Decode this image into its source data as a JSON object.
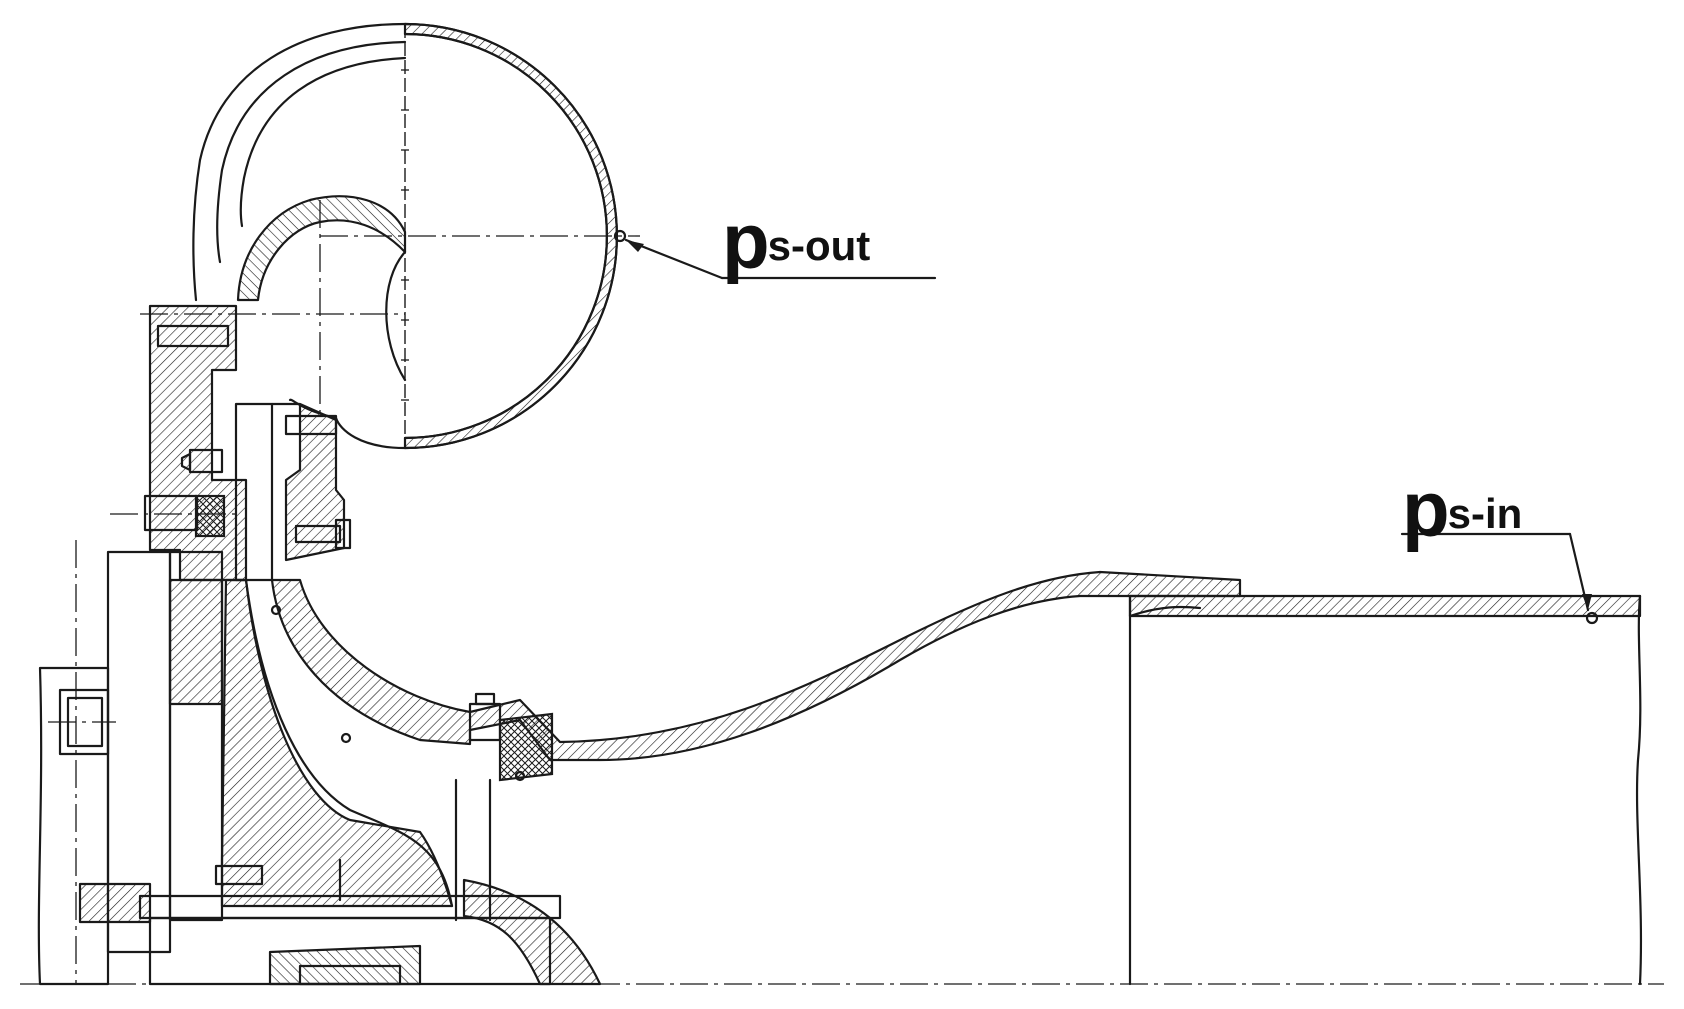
{
  "callouts": {
    "ps_out": {
      "main": "p",
      "sub": "s-out"
    },
    "ps_in": {
      "main": "p",
      "sub": "s-in"
    }
  },
  "colors": {
    "line": "#1a1a1a",
    "background": "#ffffff"
  }
}
